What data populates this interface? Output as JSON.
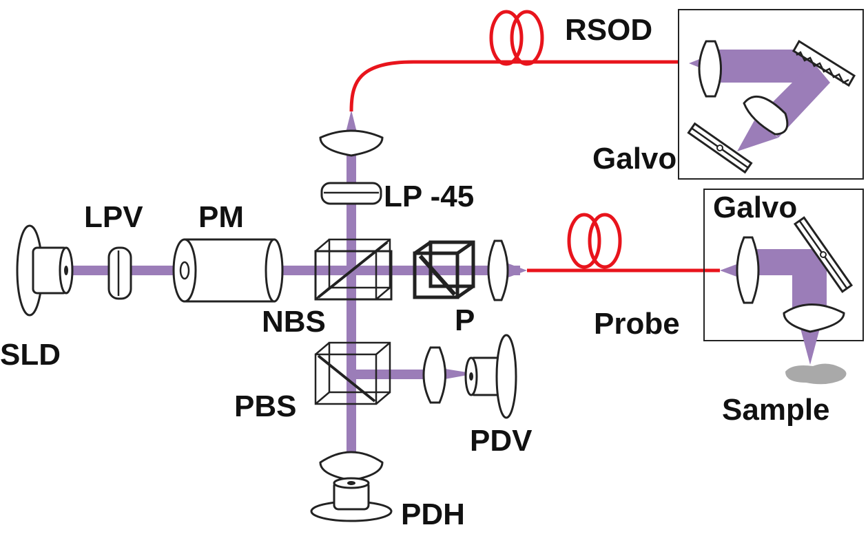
{
  "colors": {
    "beam": "#9b7db8",
    "fiber": "#e8141c",
    "outline": "#222222",
    "sample": "#a9a9a9",
    "background": "#ffffff"
  },
  "labels": {
    "sld": "SLD",
    "lpv": "LPV",
    "pm": "PM",
    "nbs": "NBS",
    "lp45": "LP -45",
    "p": "P",
    "pbs": "PBS",
    "pdv": "PDV",
    "pdh": "PDH",
    "rsod": "RSOD",
    "galvo_rsod": "Galvo",
    "galvo_probe": "Galvo",
    "probe": "Probe",
    "sample": "Sample"
  }
}
